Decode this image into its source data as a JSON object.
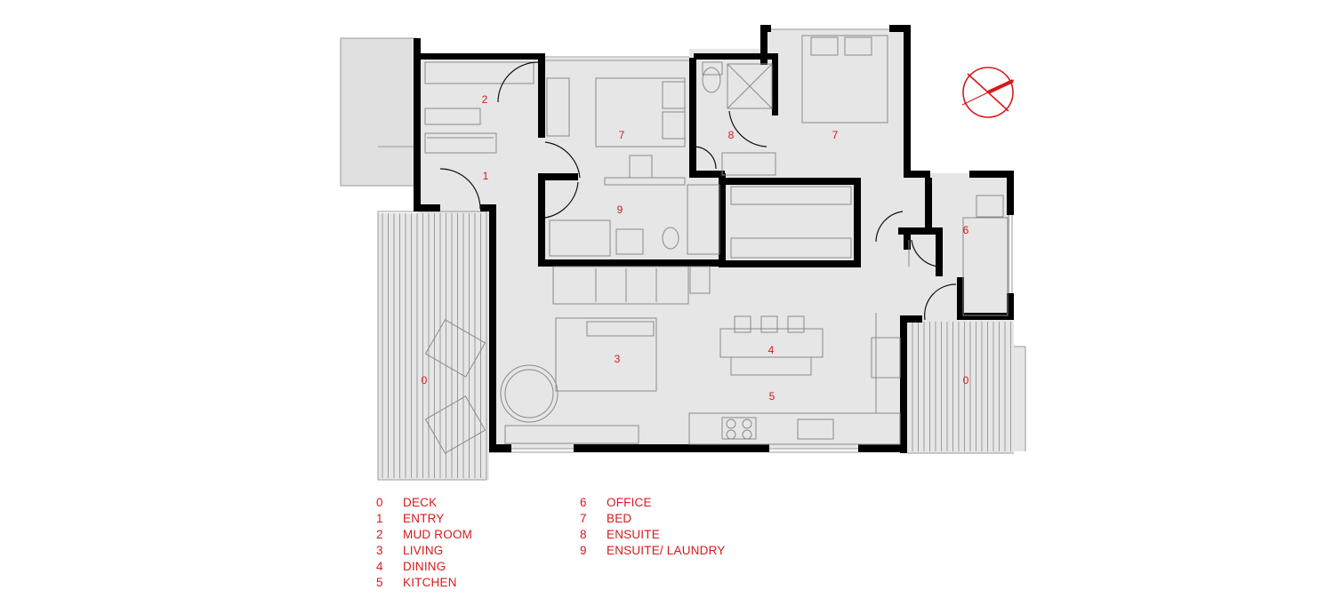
{
  "plan": {
    "room_labels": [
      {
        "id": "deck-left",
        "number": "0"
      },
      {
        "id": "deck-right",
        "number": "0"
      },
      {
        "id": "entry",
        "number": "1"
      },
      {
        "id": "mud-room",
        "number": "2"
      },
      {
        "id": "living",
        "number": "3"
      },
      {
        "id": "dining",
        "number": "4"
      },
      {
        "id": "kitchen",
        "number": "5"
      },
      {
        "id": "office",
        "number": "6"
      },
      {
        "id": "bed-left",
        "number": "7"
      },
      {
        "id": "bed-right",
        "number": "7"
      },
      {
        "id": "ensuite",
        "number": "8"
      },
      {
        "id": "ensuite-laundry",
        "number": "9"
      }
    ]
  },
  "legend": {
    "items": [
      {
        "number": "0",
        "label": "DECK"
      },
      {
        "number": "1",
        "label": "ENTRY"
      },
      {
        "number": "2",
        "label": "MUD ROOM"
      },
      {
        "number": "3",
        "label": "LIVING"
      },
      {
        "number": "4",
        "label": "DINING"
      },
      {
        "number": "5",
        "label": "KITCHEN"
      },
      {
        "number": "6",
        "label": "OFFICE"
      },
      {
        "number": "7",
        "label": "BED"
      },
      {
        "number": "8",
        "label": "ENSUITE"
      },
      {
        "number": "9",
        "label": "ENSUITE/ LAUNDRY"
      }
    ]
  },
  "colors": {
    "accent": "#d7191c",
    "wall": "#000000",
    "floor": "#e6e6e6",
    "line": "#8a8a8a"
  },
  "icons": {
    "compass": "north-arrow-icon"
  }
}
